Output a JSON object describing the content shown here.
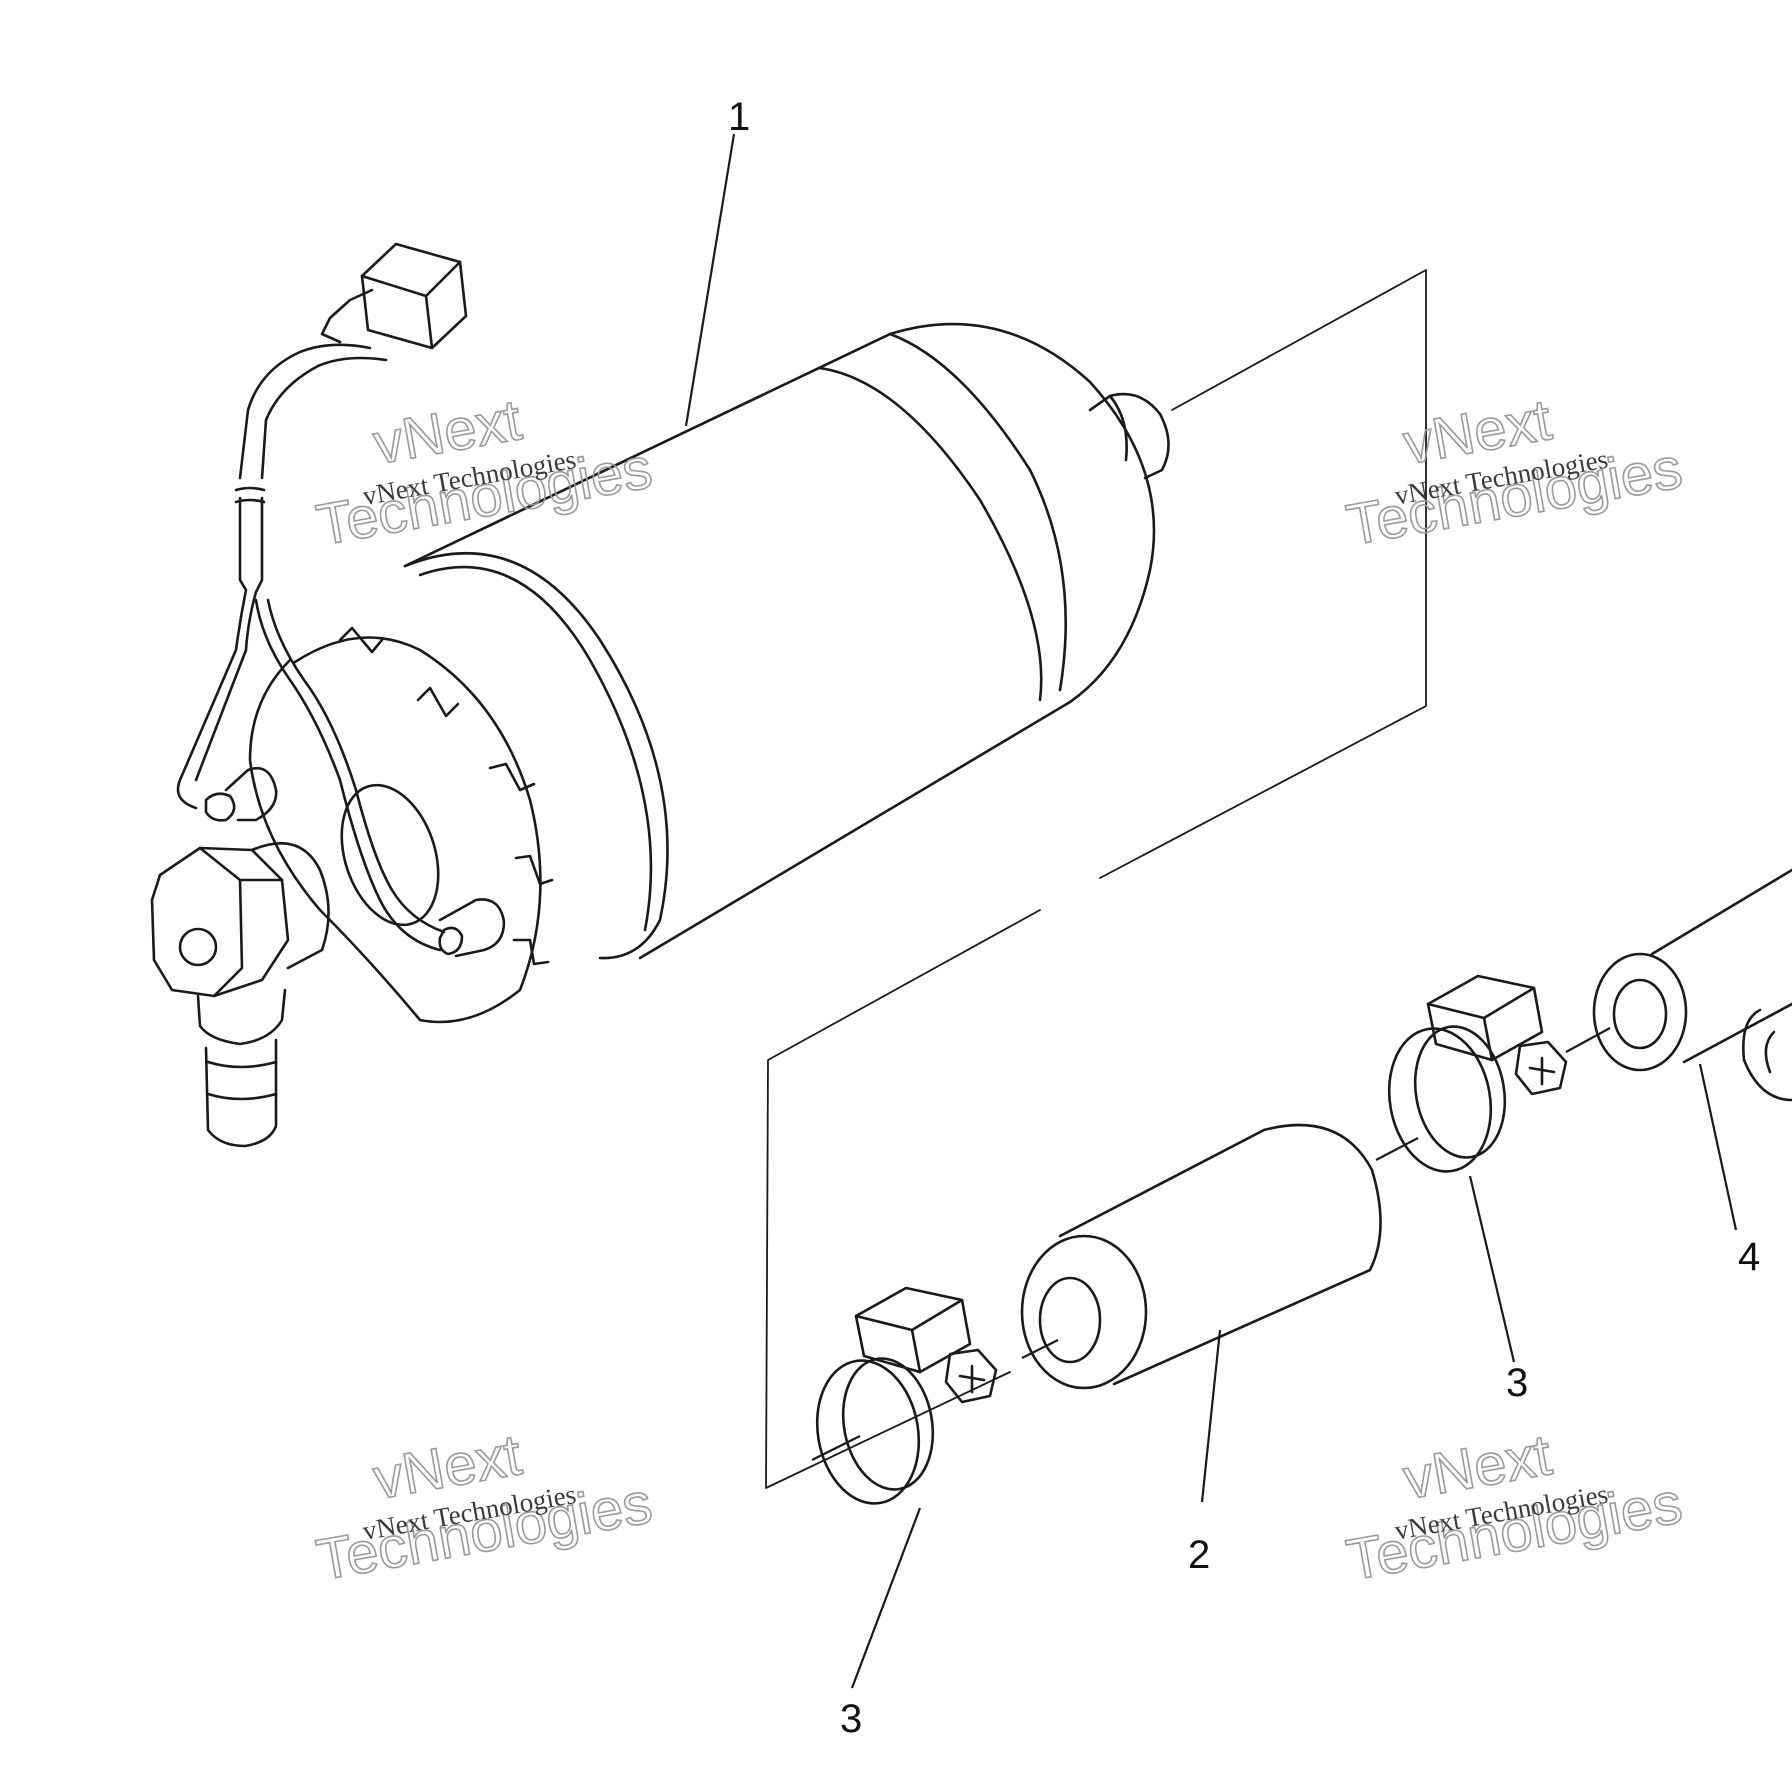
{
  "callouts": [
    {
      "id": "1",
      "label": "1"
    },
    {
      "id": "2",
      "label": "2"
    },
    {
      "id": "3a",
      "label": "3"
    },
    {
      "id": "3b",
      "label": "3"
    },
    {
      "id": "4",
      "label": "4"
    }
  ],
  "watermark": {
    "small": "vNext Technologies",
    "big_line1": "vNext",
    "big_line2": "Technologies"
  },
  "colors": {
    "line": "#1a1a1a",
    "background": "#ffffff",
    "watermark": "#9a9a9a"
  }
}
